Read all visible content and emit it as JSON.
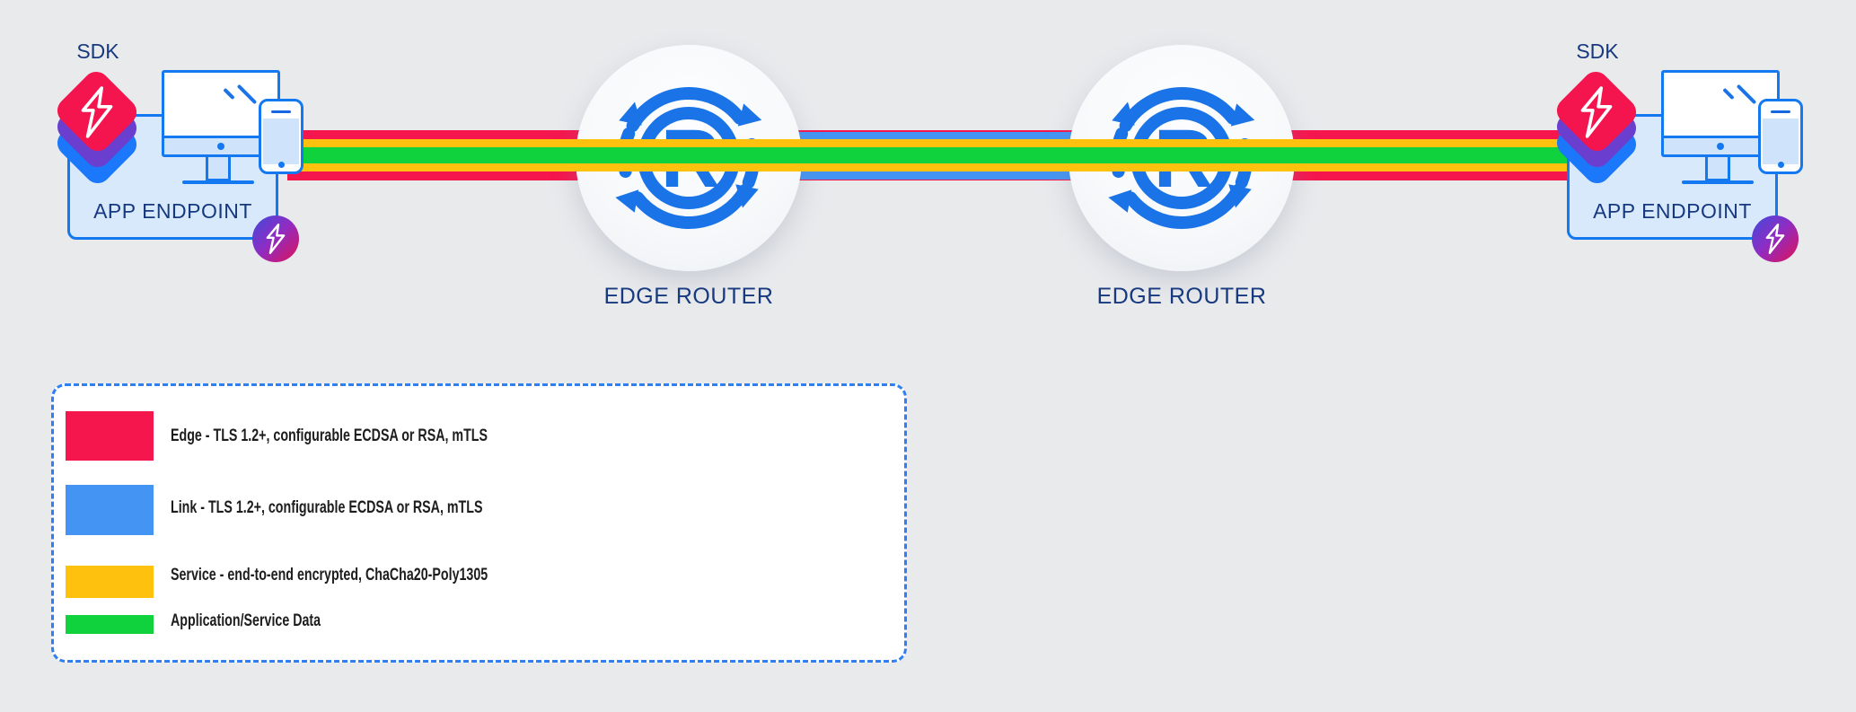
{
  "diagram_title": "mesh encryption layers diagram",
  "endpoints": [
    {
      "sdk_label": "SDK",
      "label": "APP ENDPOINT"
    },
    {
      "sdk_label": "SDK",
      "label": "APP ENDPOINT"
    }
  ],
  "routers": [
    {
      "label": "EDGE ROUTER"
    },
    {
      "label": "EDGE ROUTER"
    }
  ],
  "legend": {
    "items": [
      {
        "key": "edge",
        "color": "#f5164e",
        "label": "Edge - TLS 1.2+, configurable ECDSA or RSA, mTLS"
      },
      {
        "key": "link",
        "color": "#4495f3",
        "label": "Link - TLS 1.2+, configurable ECDSA or RSA, mTLS"
      },
      {
        "key": "service",
        "color": "#fdc10e",
        "label": "Service - end-to-end encrypted, ChaCha20-Poly1305"
      },
      {
        "key": "data",
        "color": "#10d23c",
        "label": "Application/Service Data"
      }
    ]
  },
  "colors": {
    "background": "#e8eaec",
    "edge_red": "#f5164e",
    "link_blue": "#4495f3",
    "service_yellow": "#fdc10e",
    "data_green": "#10d23c",
    "outline_blue": "#1478f0",
    "router_icon_blue": "#1a74e8",
    "navy_text": "#17397f",
    "legend_text": "#1d1d1d",
    "box_fill": "#d9e9fc",
    "device_fill": "#cfe4fb",
    "sdk_stack_red": "#f4154e",
    "sdk_stack_purple": "#6a3fd0",
    "sdk_stack_blue": "#1b78fa",
    "badge_gradient_start": "#3f4bdb",
    "badge_gradient_end": "#e01256"
  },
  "icons": {
    "router": "edge-router-circular-arrows-R-icon",
    "bolt": "ziti-lightning-bolt-icon",
    "monitor": "desktop-monitor-icon",
    "phone": "smartphone-icon",
    "sdk_stack": "sdk-layers-diamond-stack-icon"
  }
}
